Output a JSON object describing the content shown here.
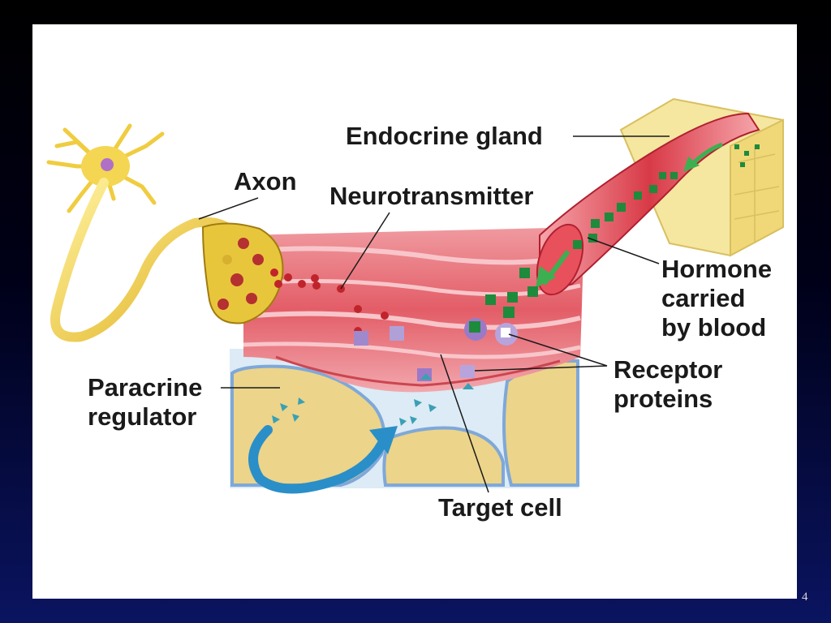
{
  "labels": {
    "endocrine_gland": "Endocrine gland",
    "axon": "Axon",
    "neurotransmitter": "Neurotransmitter",
    "hormone_line1": "Hormone",
    "hormone_line2": "carried",
    "hormone_line3": "by blood",
    "receptor_line1": "Receptor",
    "receptor_line2": "proteins",
    "paracrine_line1": "Paracrine",
    "paracrine_line2": "regulator",
    "target_cell": "Target cell"
  },
  "page_number": "4",
  "colors": {
    "tissue": "#e8606a",
    "tissue_light": "#f7b8bd",
    "neuron": "#f2d14a",
    "gland": "#f5e6a0",
    "target_cell": "#ecd48a",
    "membrane": "#7fa8d8",
    "hormone": "#1e8a3c",
    "neurotransmitter": "#c0242a",
    "receptor": "#9a7ac8",
    "paracrine_arrow": "#2a8fc8"
  }
}
